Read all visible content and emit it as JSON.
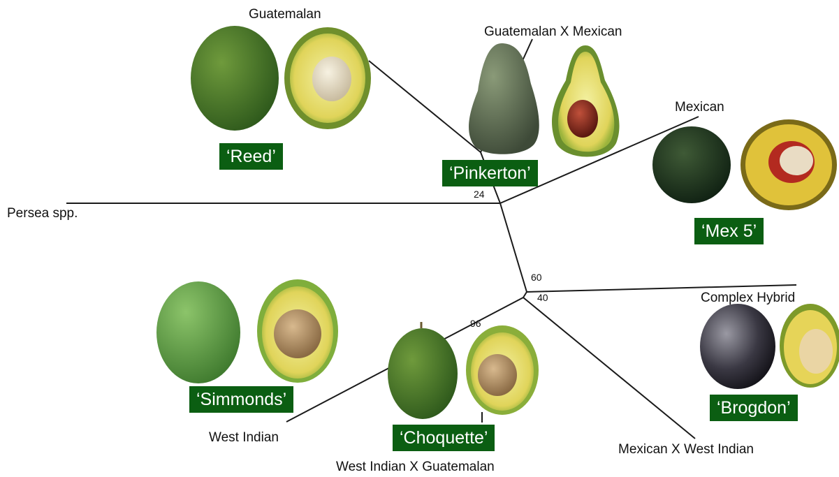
{
  "tree": {
    "outgroup_label": "Persea spp.",
    "groups": {
      "guatemalan": "Guatemalan",
      "guatemalan_x_mexican": "Guatemalan X Mexican",
      "mexican": "Mexican",
      "complex_hybrid": "Complex Hybrid",
      "mexican_x_west_indian": "Mexican X West Indian",
      "west_indian": "West Indian",
      "west_indian_x_guatemalan": "West Indian X Guatemalan"
    },
    "cultivars": {
      "reed": "‘Reed’",
      "pinkerton": "‘Pinkerton’",
      "mex5": "‘Mex 5’",
      "brogdon": "‘Brogdon’",
      "simmonds": "‘Simmonds’",
      "choquette": "‘Choquette’"
    },
    "bootstrap": {
      "top_node": "24",
      "mid_node_upper": "60",
      "mid_node_lower": "40",
      "west_indian_node": "96"
    }
  },
  "colors": {
    "label_box": "#0b5e12",
    "branch": "#1a1a1a"
  }
}
